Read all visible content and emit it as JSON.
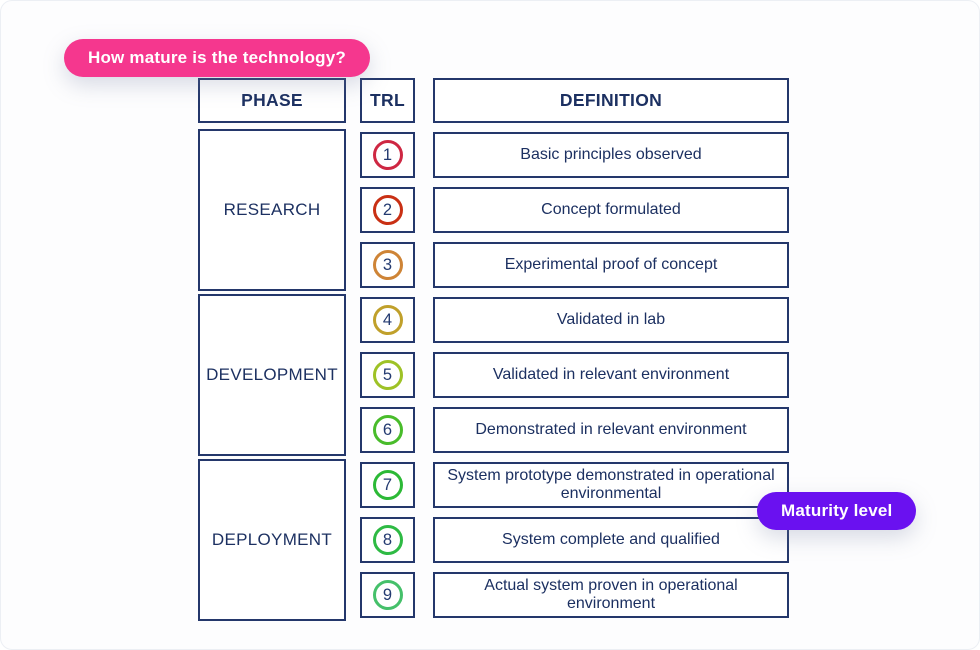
{
  "badges": {
    "question": {
      "label": "How mature is the technology?",
      "bg": "#F5378E"
    },
    "maturity": {
      "label": "Maturity level",
      "bg": "#6A11F0"
    }
  },
  "table": {
    "headers": {
      "phase": "PHASE",
      "trl": "TRL",
      "definition": "DEFINITION"
    },
    "phases": [
      {
        "label": "RESEARCH"
      },
      {
        "label": "DEVELOPMENT"
      },
      {
        "label": "DEPLOYMENT"
      }
    ],
    "rows": [
      {
        "trl": "1",
        "ring_color": "#CE2742",
        "definition": "Basic principles observed"
      },
      {
        "trl": "2",
        "ring_color": "#C93014",
        "definition": "Concept formulated"
      },
      {
        "trl": "3",
        "ring_color": "#CE8436",
        "definition": "Experimental proof of concept"
      },
      {
        "trl": "4",
        "ring_color": "#C0A02B",
        "definition": "Validated in lab"
      },
      {
        "trl": "5",
        "ring_color": "#9EC226",
        "definition": "Validated in relevant environment"
      },
      {
        "trl": "6",
        "ring_color": "#49BC2B",
        "definition": "Demonstrated in relevant environment"
      },
      {
        "trl": "7",
        "ring_color": "#2CB936",
        "definition": "System prototype demonstrated in operational environmental"
      },
      {
        "trl": "8",
        "ring_color": "#2EBA44",
        "definition": "System complete and qualified"
      },
      {
        "trl": "9",
        "ring_color": "#45C06A",
        "definition": "Actual system proven in operational environment"
      }
    ]
  },
  "colors": {
    "border_navy": "#24376B",
    "text_navy": "#1C3061"
  }
}
